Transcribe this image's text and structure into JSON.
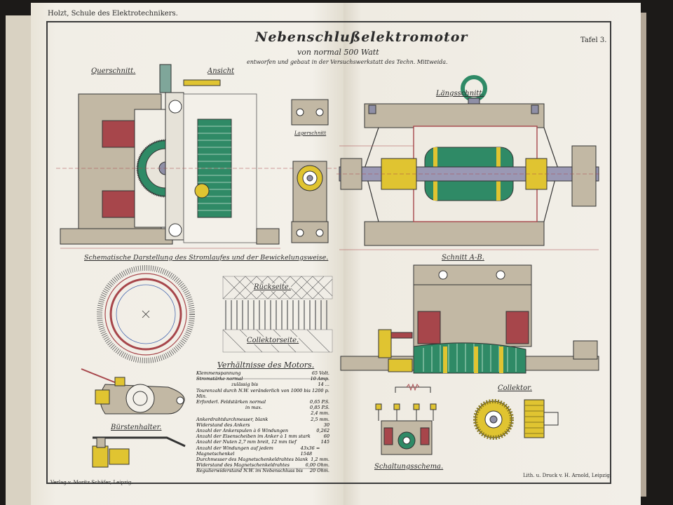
{
  "header": {
    "book_title": "Holzt, Schule des Elektrotechnikers.",
    "plate_number": "Tafel 3."
  },
  "plate": {
    "title": "Nebenschlußelektromotor",
    "subtitle_line1": "von normal 500 Watt",
    "subtitle_line2": "entworfen und gebaut in der Versuchswerkstatt des Techn. Mittweida."
  },
  "views": {
    "cross_section": "Querschnitt.",
    "elevation": "Ansicht",
    "longitudinal_section": "Längsschnitt.",
    "bearing_section": "Lagerschnitt",
    "section_ab": "Schnitt A-B.",
    "schematic": "Schematische Darstellung des Stromlaufes und der Bewickelungsweise.",
    "back_side": "Rückseite.",
    "commutator_side": "Collektorseite.",
    "brush_holder": "Bürstenhalter.",
    "collector": "Collektor.",
    "wiring_diagram": "Schaltungsschema."
  },
  "specs": {
    "heading": "Verhältnisse des Motors.",
    "rows": [
      {
        "label": "Klemmenspannung",
        "value": "65 Volt."
      },
      {
        "label": "Stromstärke normal",
        "value": "10 Amp."
      },
      {
        "label": "zulässig bis",
        "value": "14 ..."
      },
      {
        "label": "Tourenzahl durch N.W. veränderlich von 1000 bis 1200 p. Min.",
        "value": ""
      },
      {
        "label": "Erforderl. Feldstärken normal",
        "value": "0,65 P.S."
      },
      {
        "label": "in max.",
        "value": "0,85 P.S."
      },
      {
        "label": "",
        "value": "2,4 mm."
      },
      {
        "label": "Ankerdrahtdurchmesser, blank",
        "value": "2,5 mm."
      },
      {
        "label": "Widerstand des Ankers",
        "value": "30"
      },
      {
        "label": "Anzahl der Ankerspulen à 6 Windungen",
        "value": "0,262"
      },
      {
        "label": "Anzahl der Eisenscheiben im Anker à 1 mm stark",
        "value": "60"
      },
      {
        "label": "Anzahl der Nuten 2,7 mm breit, 12 mm tief",
        "value": "145"
      },
      {
        "label": "Anzahl der Windungen auf jedem Magnetschenkel",
        "value": "43x36 = 1548"
      },
      {
        "label": "Durchmesser des Magnetschenkeldrahtes blank",
        "value": "1,2 mm."
      },
      {
        "label": "Widerstand des Magnetschenkeldrahtes",
        "value": "6,00 Ohm."
      },
      {
        "label": "Regulierwiderstand N.W. im Nebenschluss bis",
        "value": "20 Ohm."
      }
    ]
  },
  "footer": {
    "publisher": "Verlag v. Moritz Schäfer, Leipzig.",
    "printer": "Lith. u. Druck v. H. Arnold, Leipzig."
  },
  "colors": {
    "casting": "#c2b8a4",
    "field_coil": "#a7464b",
    "armature": "#2f8a66",
    "brass": "#e0c431",
    "steel": "#8f8fa6",
    "ink": "#2a2a2a"
  }
}
